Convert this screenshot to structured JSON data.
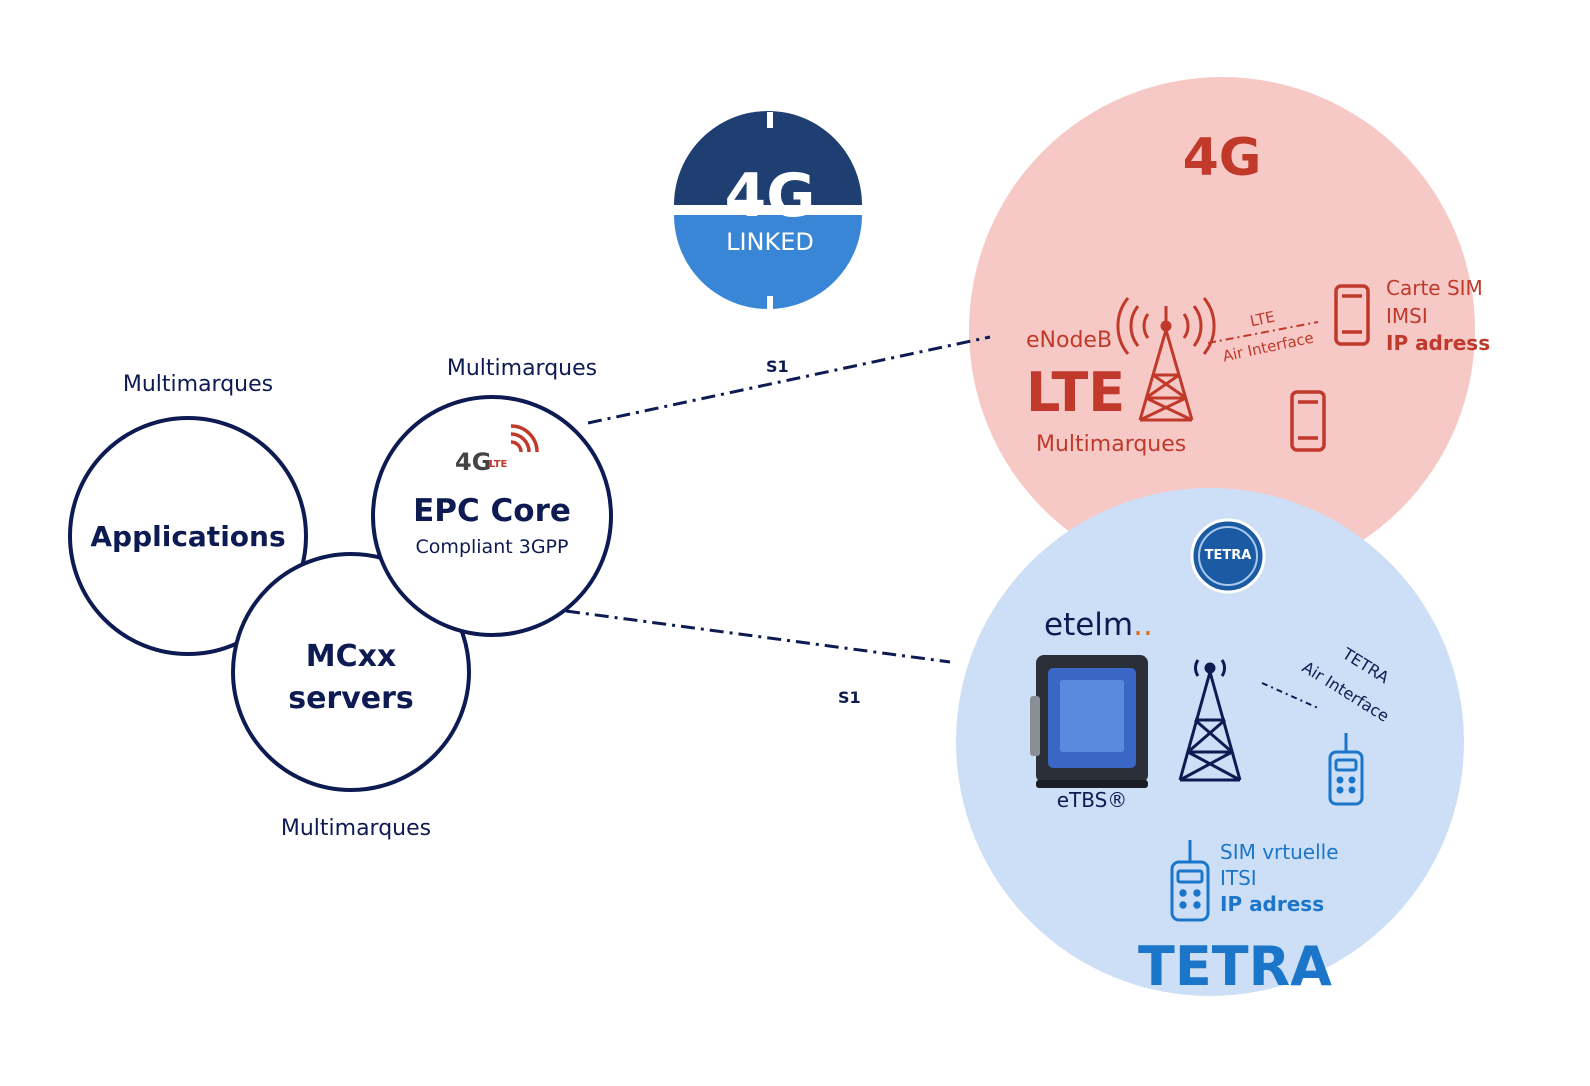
{
  "badge": {
    "big": "4G",
    "small": "LINKED",
    "top_color": "#1f3f73",
    "bottom_color": "#3a86d6"
  },
  "left": {
    "applications": {
      "label": "Applications",
      "brand": "Multimarques"
    },
    "mcxx": {
      "line1": "MCxx",
      "line2": "servers",
      "brand": "Multimarques"
    },
    "epc": {
      "logo_text": "4G",
      "logo_sub": "LTE",
      "title": "EPC Core",
      "subtitle": "Compliant 3GPP",
      "brand": "Multimarques"
    },
    "ring_color": "#0d1b52"
  },
  "links": {
    "top_label": "S1",
    "bottom_label": "S1"
  },
  "lte": {
    "title": "4G",
    "enodeb": "eNodeB",
    "label": "LTE",
    "brand": "Multimarques",
    "air_line1": "LTE",
    "air_line2": "Air Interface",
    "sim": {
      "line1": "Carte SIM",
      "line2": "IMSI",
      "line3": "IP adress"
    },
    "fill": "#f6c9c6",
    "accent": "#c0392b"
  },
  "tetra": {
    "logo": "TETRA",
    "vendor": "etelm",
    "vendor_suffix": "..",
    "base_station": "eTBS®",
    "air_line1": "TETRA",
    "air_line2": "Air Interface",
    "sim": {
      "line1": "SIM vrtuelle",
      "line2": "ITSI",
      "line3": "IP adress"
    },
    "label": "TETRA",
    "fill": "#cddff6",
    "accent": "#1b75c9"
  }
}
